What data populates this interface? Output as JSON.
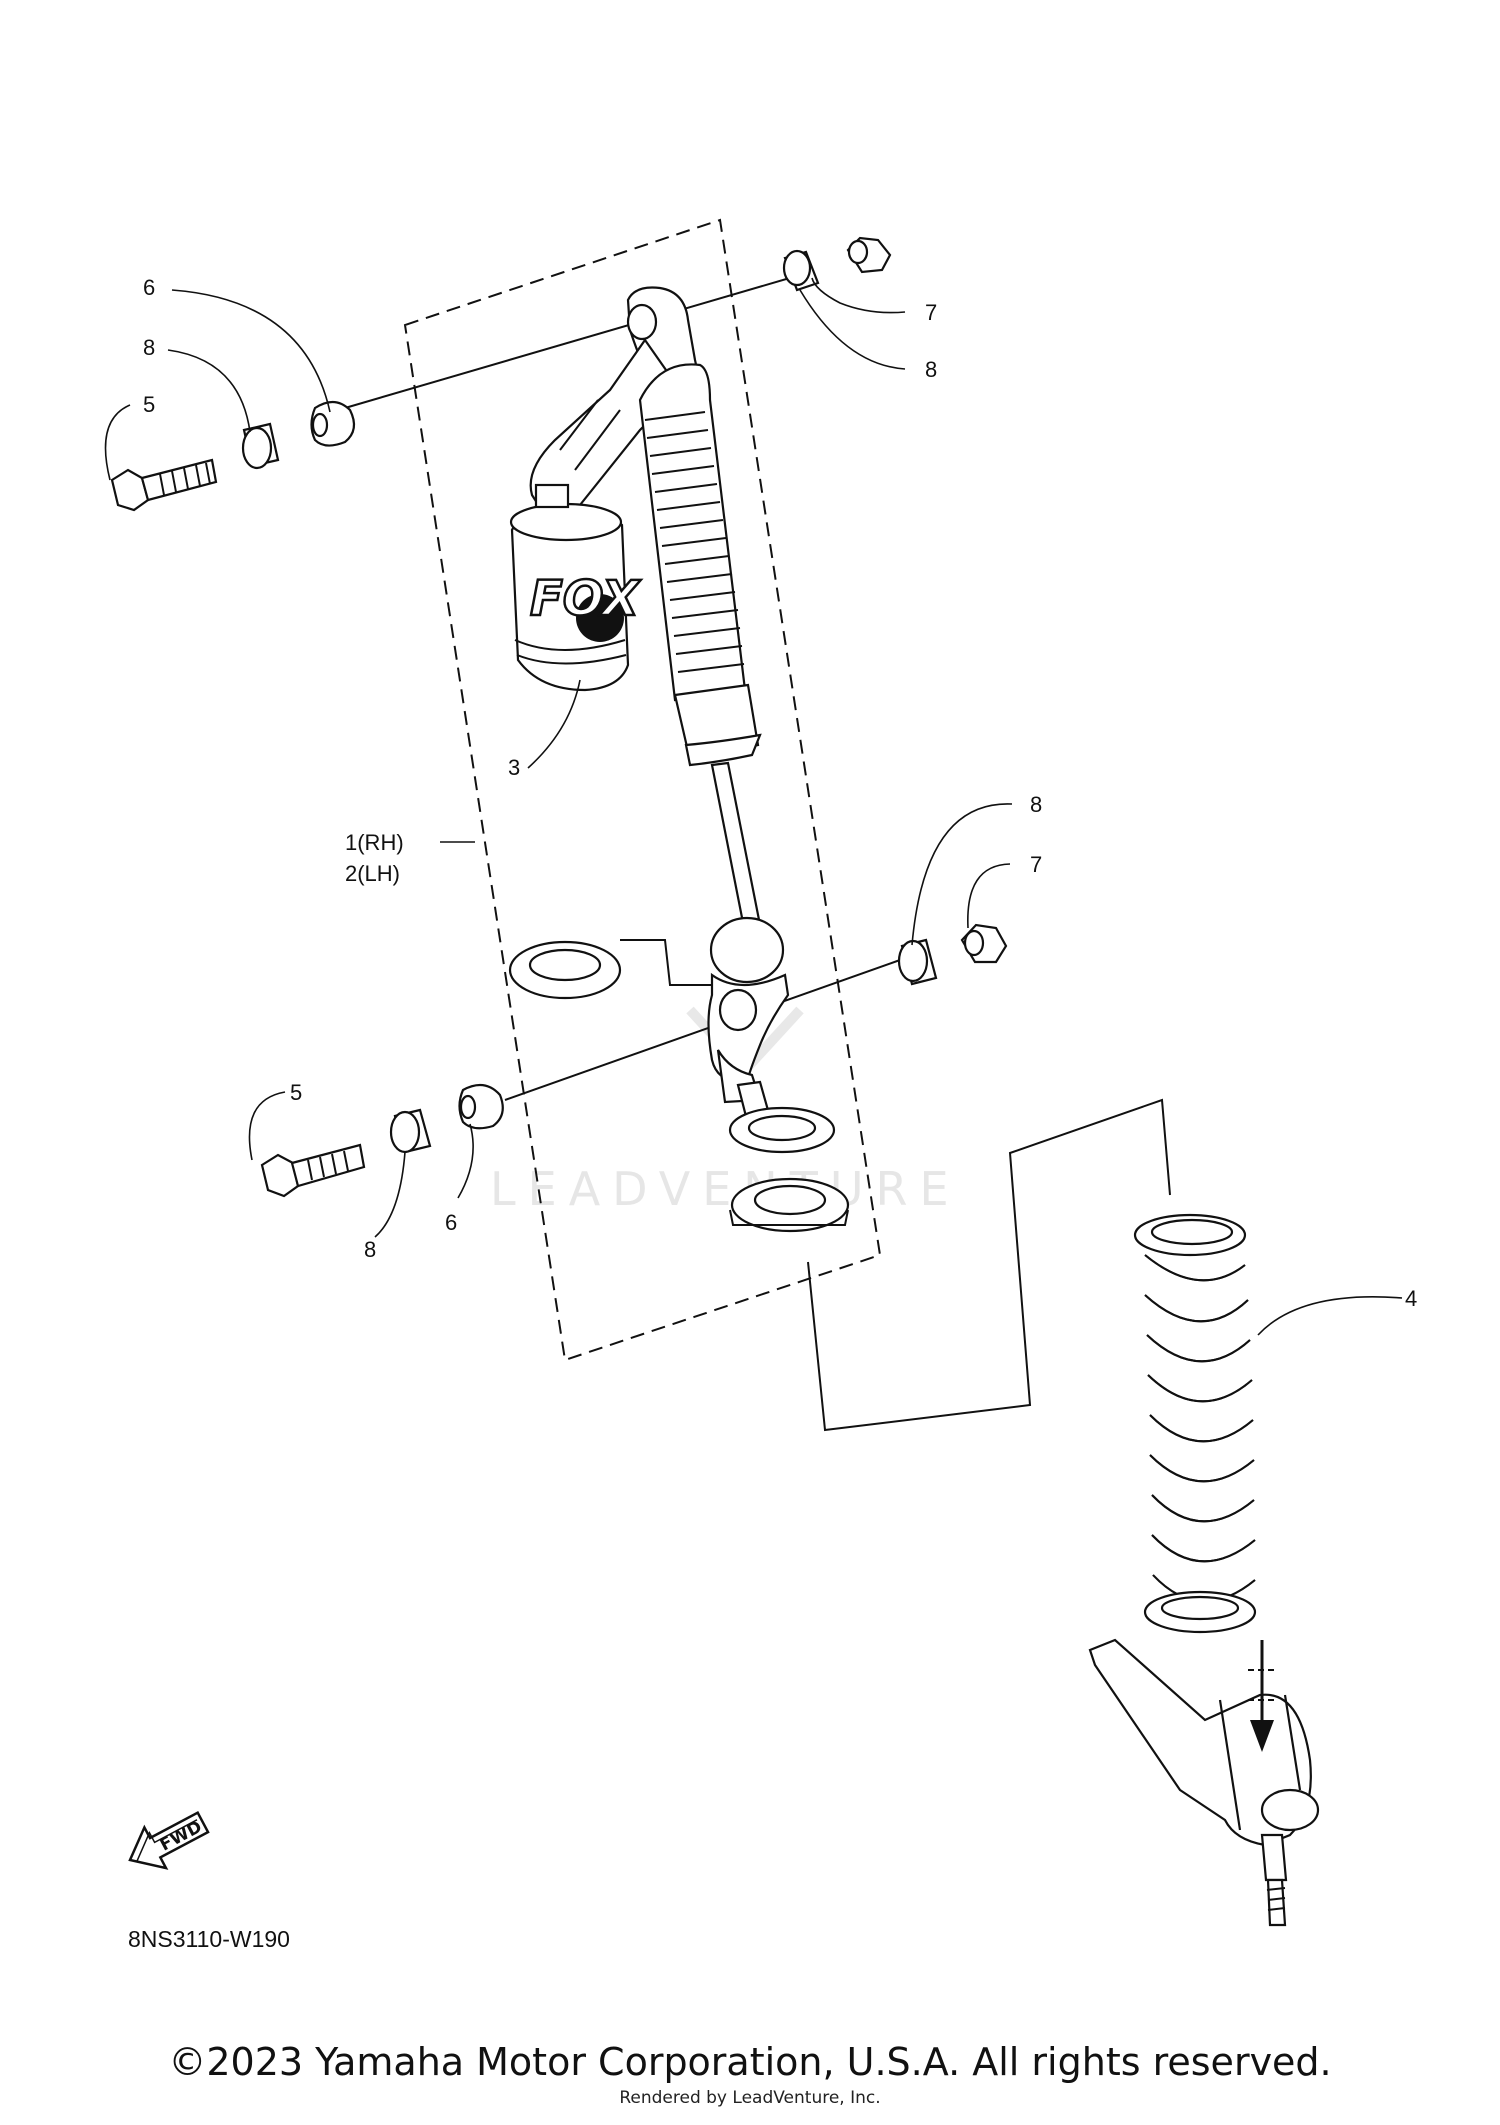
{
  "callouts": {
    "c6_top": "6",
    "c8_topleft": "8",
    "c5_top": "5",
    "c7_top": "7",
    "c8_topright": "8",
    "c3": "3",
    "c1": "1(RH)",
    "c2": "2(LH)",
    "c8_midright": "8",
    "c7_mid": "7",
    "c5_bottom": "5",
    "c8_bottom": "8",
    "c6_bottom": "6",
    "c4": "4"
  },
  "logo_fox": "FOX",
  "fwd_label": "FWD",
  "watermark": "LEADVENTURE",
  "diagram_code": "8NS3110-W190",
  "copyright": "©2023 Yamaha Motor Corporation, U.S.A. All rights reserved.",
  "rendered_by": "Rendered by LeadVenture, Inc."
}
